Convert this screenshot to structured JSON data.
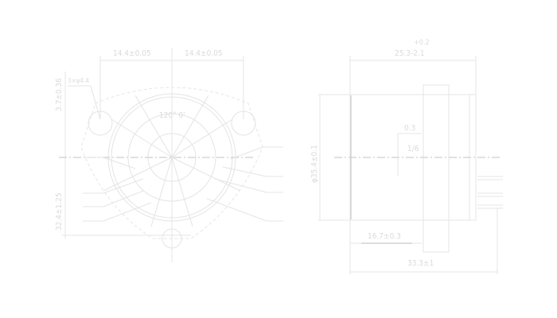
{
  "front_view": {
    "dim_top_left": "14.4±0.05",
    "dim_top_right": "14.4±0.05",
    "dim_left_top": "3.7±0.36",
    "hole_callout": "3×φ4.4",
    "angle": "120° 0'",
    "dim_left_bottom": "32.4±1.25"
  },
  "side_view": {
    "dim_top_tolerance": "+0.2",
    "dim_top": "25.3-2.1",
    "dim_diameter": "φ35.4±0.1",
    "dim_small": "0.3",
    "dim_ratio": "1/6",
    "dim_bottom_inner": "16.7±0.3",
    "dim_bottom_outer": "33.3±1"
  }
}
